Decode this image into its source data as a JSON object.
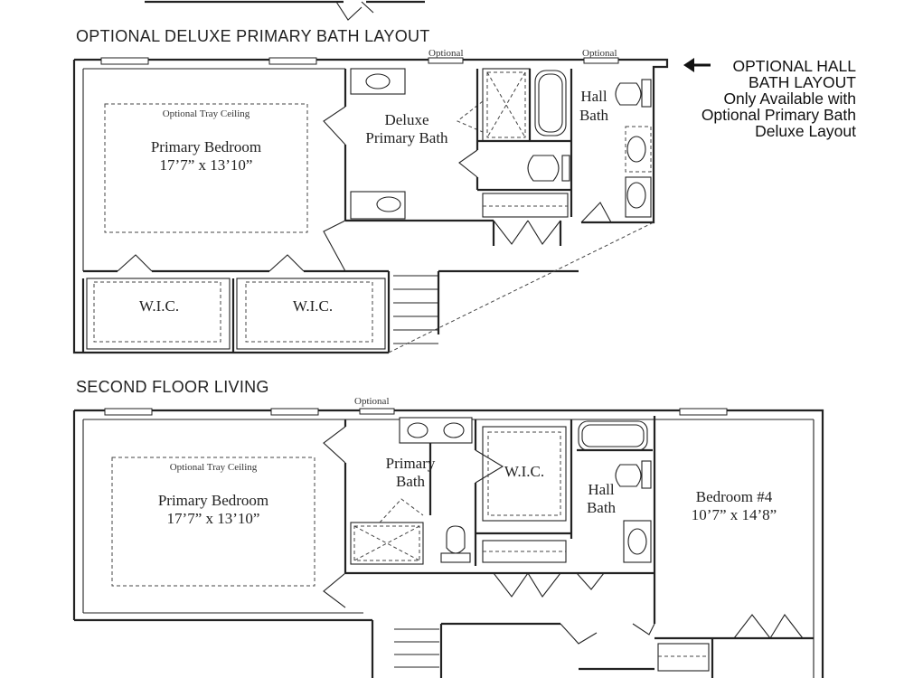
{
  "sections": {
    "deluxe_title": "OPTIONAL DELUXE PRIMARY BATH LAYOUT",
    "second_floor_title": "SECOND FLOOR LIVING"
  },
  "note": {
    "line1": "OPTIONAL HALL",
    "line2": "BATH LAYOUT",
    "line3": "Only Available with",
    "line4": "Optional Primary Bath",
    "line5": "Deluxe Layout",
    "arrow_icon": "left-arrow-icon"
  },
  "deluxe_plan": {
    "optional_1": "Optional",
    "optional_2": "Optional",
    "tray_ceiling": "Optional Tray Ceiling",
    "bedroom_name": "Primary Bedroom",
    "bedroom_size": "17’7” x 13’10”",
    "bath_line1": "Deluxe",
    "bath_line2": "Primary Bath",
    "hall_line1": "Hall",
    "hall_line2": "Bath",
    "wic_1": "W.I.C.",
    "wic_2": "W.I.C."
  },
  "second_floor": {
    "optional": "Optional",
    "tray_ceiling": "Optional Tray Ceiling",
    "bedroom_name": "Primary Bedroom",
    "bedroom_size": "17’7” x 13’10”",
    "bath_line1": "Primary",
    "bath_line2": "Bath",
    "wic": "W.I.C.",
    "hall_line1": "Hall",
    "hall_line2": "Bath",
    "bed4_name": "Bedroom #4",
    "bed4_size": "10’7” x 14’8”"
  }
}
